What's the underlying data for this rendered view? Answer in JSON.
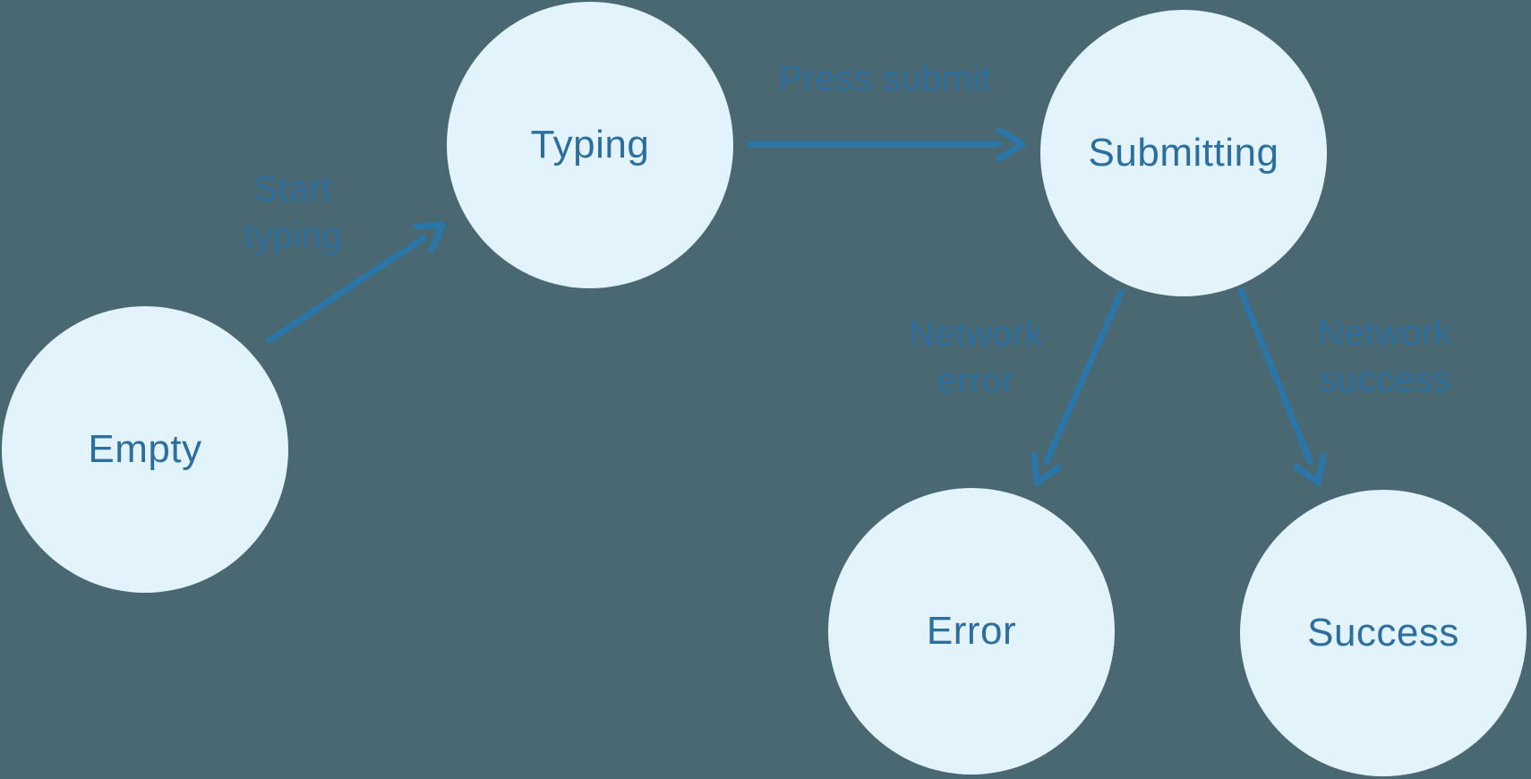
{
  "diagram": {
    "title": "form state machine",
    "colors": {
      "background": "#4A6871",
      "node_fill": "#E3F3FC",
      "label": "#2C6F9F",
      "arrow": "#2B76A9"
    },
    "nodes": [
      {
        "id": "empty",
        "label": "Empty"
      },
      {
        "id": "typing",
        "label": "Typing"
      },
      {
        "id": "submitting",
        "label": "Submitting"
      },
      {
        "id": "error",
        "label": "Error"
      },
      {
        "id": "success",
        "label": "Success"
      }
    ],
    "edges": [
      {
        "from": "empty",
        "to": "typing",
        "label": "Start typing"
      },
      {
        "from": "typing",
        "to": "submitting",
        "label": "Press submit"
      },
      {
        "from": "submitting",
        "to": "error",
        "label": "Network error"
      },
      {
        "from": "submitting",
        "to": "success",
        "label": "Network success"
      }
    ]
  }
}
